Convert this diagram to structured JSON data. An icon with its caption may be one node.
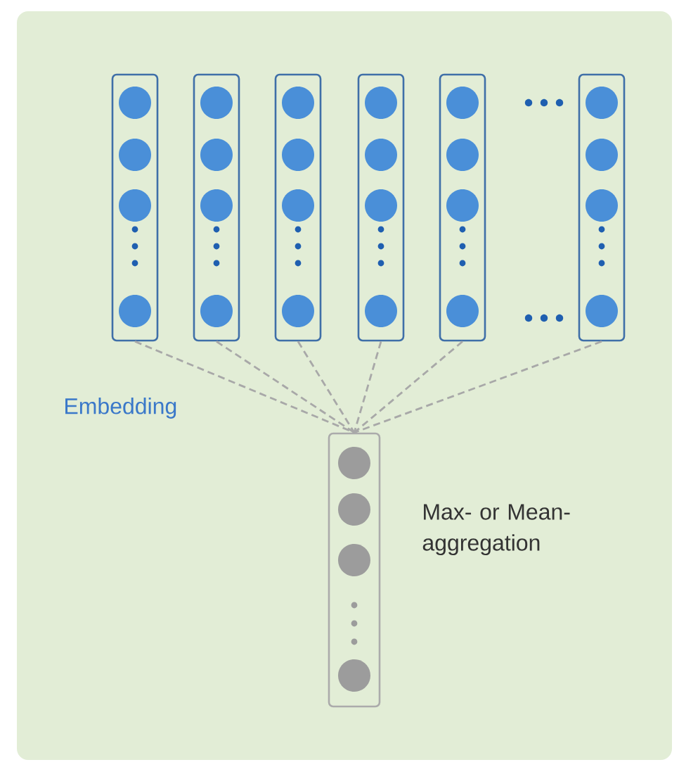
{
  "diagram": {
    "nodes": [
      {
        "text": [],
        "shape": "box"
      },
      {
        "text": [],
        "shape": "box"
      },
      {
        "text": [],
        "shape": "box"
      },
      {
        "text": [],
        "shape": "box"
      },
      {
        "text": [],
        "shape": "box"
      },
      {
        "text": [],
        "shape": "box"
      },
      {
        "text": [],
        "shape": "box",
        "beside": [
          "Max- or Mean-aggregation"
        ]
      }
    ],
    "edges": [
      {
        "from": 0,
        "to": 6,
        "arrow": "none",
        "style": "dashed"
      },
      {
        "from": 1,
        "to": 6,
        "arrow": "none",
        "style": "dashed"
      },
      {
        "from": 2,
        "to": 6,
        "arrow": "none",
        "style": "dashed"
      },
      {
        "from": 3,
        "to": 6,
        "arrow": "none",
        "style": "dashed"
      },
      {
        "from": 4,
        "to": 6,
        "arrow": "none",
        "style": "dashed"
      },
      {
        "from": 5,
        "to": 6,
        "arrow": "none",
        "style": "dashed"
      }
    ],
    "labels": [
      "Embedding"
    ]
  }
}
